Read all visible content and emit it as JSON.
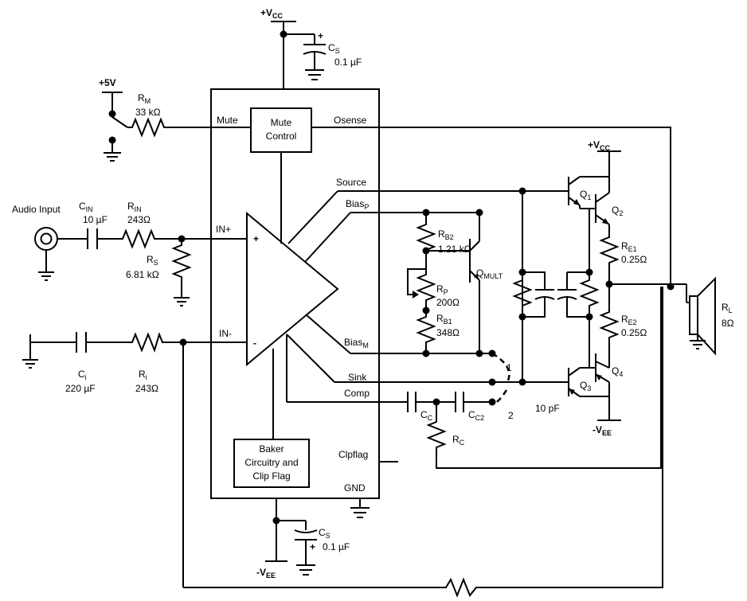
{
  "supplies": {
    "vcc_top": "+VCC",
    "vcc_right": "+VCC",
    "vee_bottom": "-VEE",
    "vee_right": "-VEE",
    "plus_5v": "+5V",
    "vcc_prefix": "+V",
    "vcc_sub": "CC",
    "vee_prefix": "-V",
    "vee_sub": "EE"
  },
  "ic": {
    "pins": {
      "mute": "Mute",
      "osense": "Osense",
      "source": "Source",
      "bias_p": "Bias",
      "bias_p_sub": "P",
      "in_plus": "IN+",
      "in_minus": "IN-",
      "bias_m": "Bias",
      "bias_m_sub": "M",
      "sink": "Sink",
      "comp": "Comp",
      "clpflag": "Clpflag",
      "gnd": "GND"
    },
    "mute_control": [
      "Mute",
      "Control"
    ],
    "baker": [
      "Baker",
      "Circuitry and",
      "Clip Flag"
    ],
    "opamp_plus": "+",
    "opamp_minus": "-"
  },
  "components": {
    "cs_top": {
      "name": "C",
      "sub": "S",
      "value": "0.1 µF",
      "polarity": "+"
    },
    "cs_bottom": {
      "name": "C",
      "sub": "S",
      "value": "0.1 µF",
      "polarity": "+"
    },
    "rm": {
      "name": "R",
      "sub": "M",
      "value": "33 kΩ"
    },
    "audio_input": "Audio Input",
    "cin": {
      "name": "C",
      "sub": "IN",
      "value": "10 µF"
    },
    "rin": {
      "name": "R",
      "sub": "IN",
      "value": "243Ω"
    },
    "rs": {
      "name": "R",
      "sub": "S",
      "value": "6.81 kΩ"
    },
    "ci": {
      "name": "C",
      "sub": "i",
      "value": "220 µF"
    },
    "ri": {
      "name": "R",
      "sub": "i",
      "value": "243Ω"
    },
    "rb2": {
      "name": "R",
      "sub": "B2",
      "value": "1.21 kΩ"
    },
    "rp": {
      "name": "R",
      "sub": "P",
      "value": "200Ω"
    },
    "rb1": {
      "name": "R",
      "sub": "B1",
      "value": "348Ω"
    },
    "qmult": {
      "name": "Q",
      "sub": "MULT"
    },
    "q1": {
      "name": "Q",
      "sub": "1"
    },
    "q2": {
      "name": "Q",
      "sub": "2"
    },
    "q3": {
      "name": "Q",
      "sub": "3"
    },
    "q4": {
      "name": "Q",
      "sub": "4"
    },
    "re1": {
      "name": "R",
      "sub": "E1",
      "value": "0.25Ω"
    },
    "re2": {
      "name": "R",
      "sub": "E2",
      "value": "0.25Ω"
    },
    "rl": {
      "name": "R",
      "sub": "L",
      "value": "8Ω"
    },
    "cc": {
      "name": "C",
      "sub": "C"
    },
    "cc2": {
      "name": "C",
      "sub": "C2"
    },
    "rc": {
      "name": "R",
      "sub": "C"
    },
    "cap_10pf": "10 pF",
    "jumper_1": "1",
    "jumper_2": "2"
  }
}
